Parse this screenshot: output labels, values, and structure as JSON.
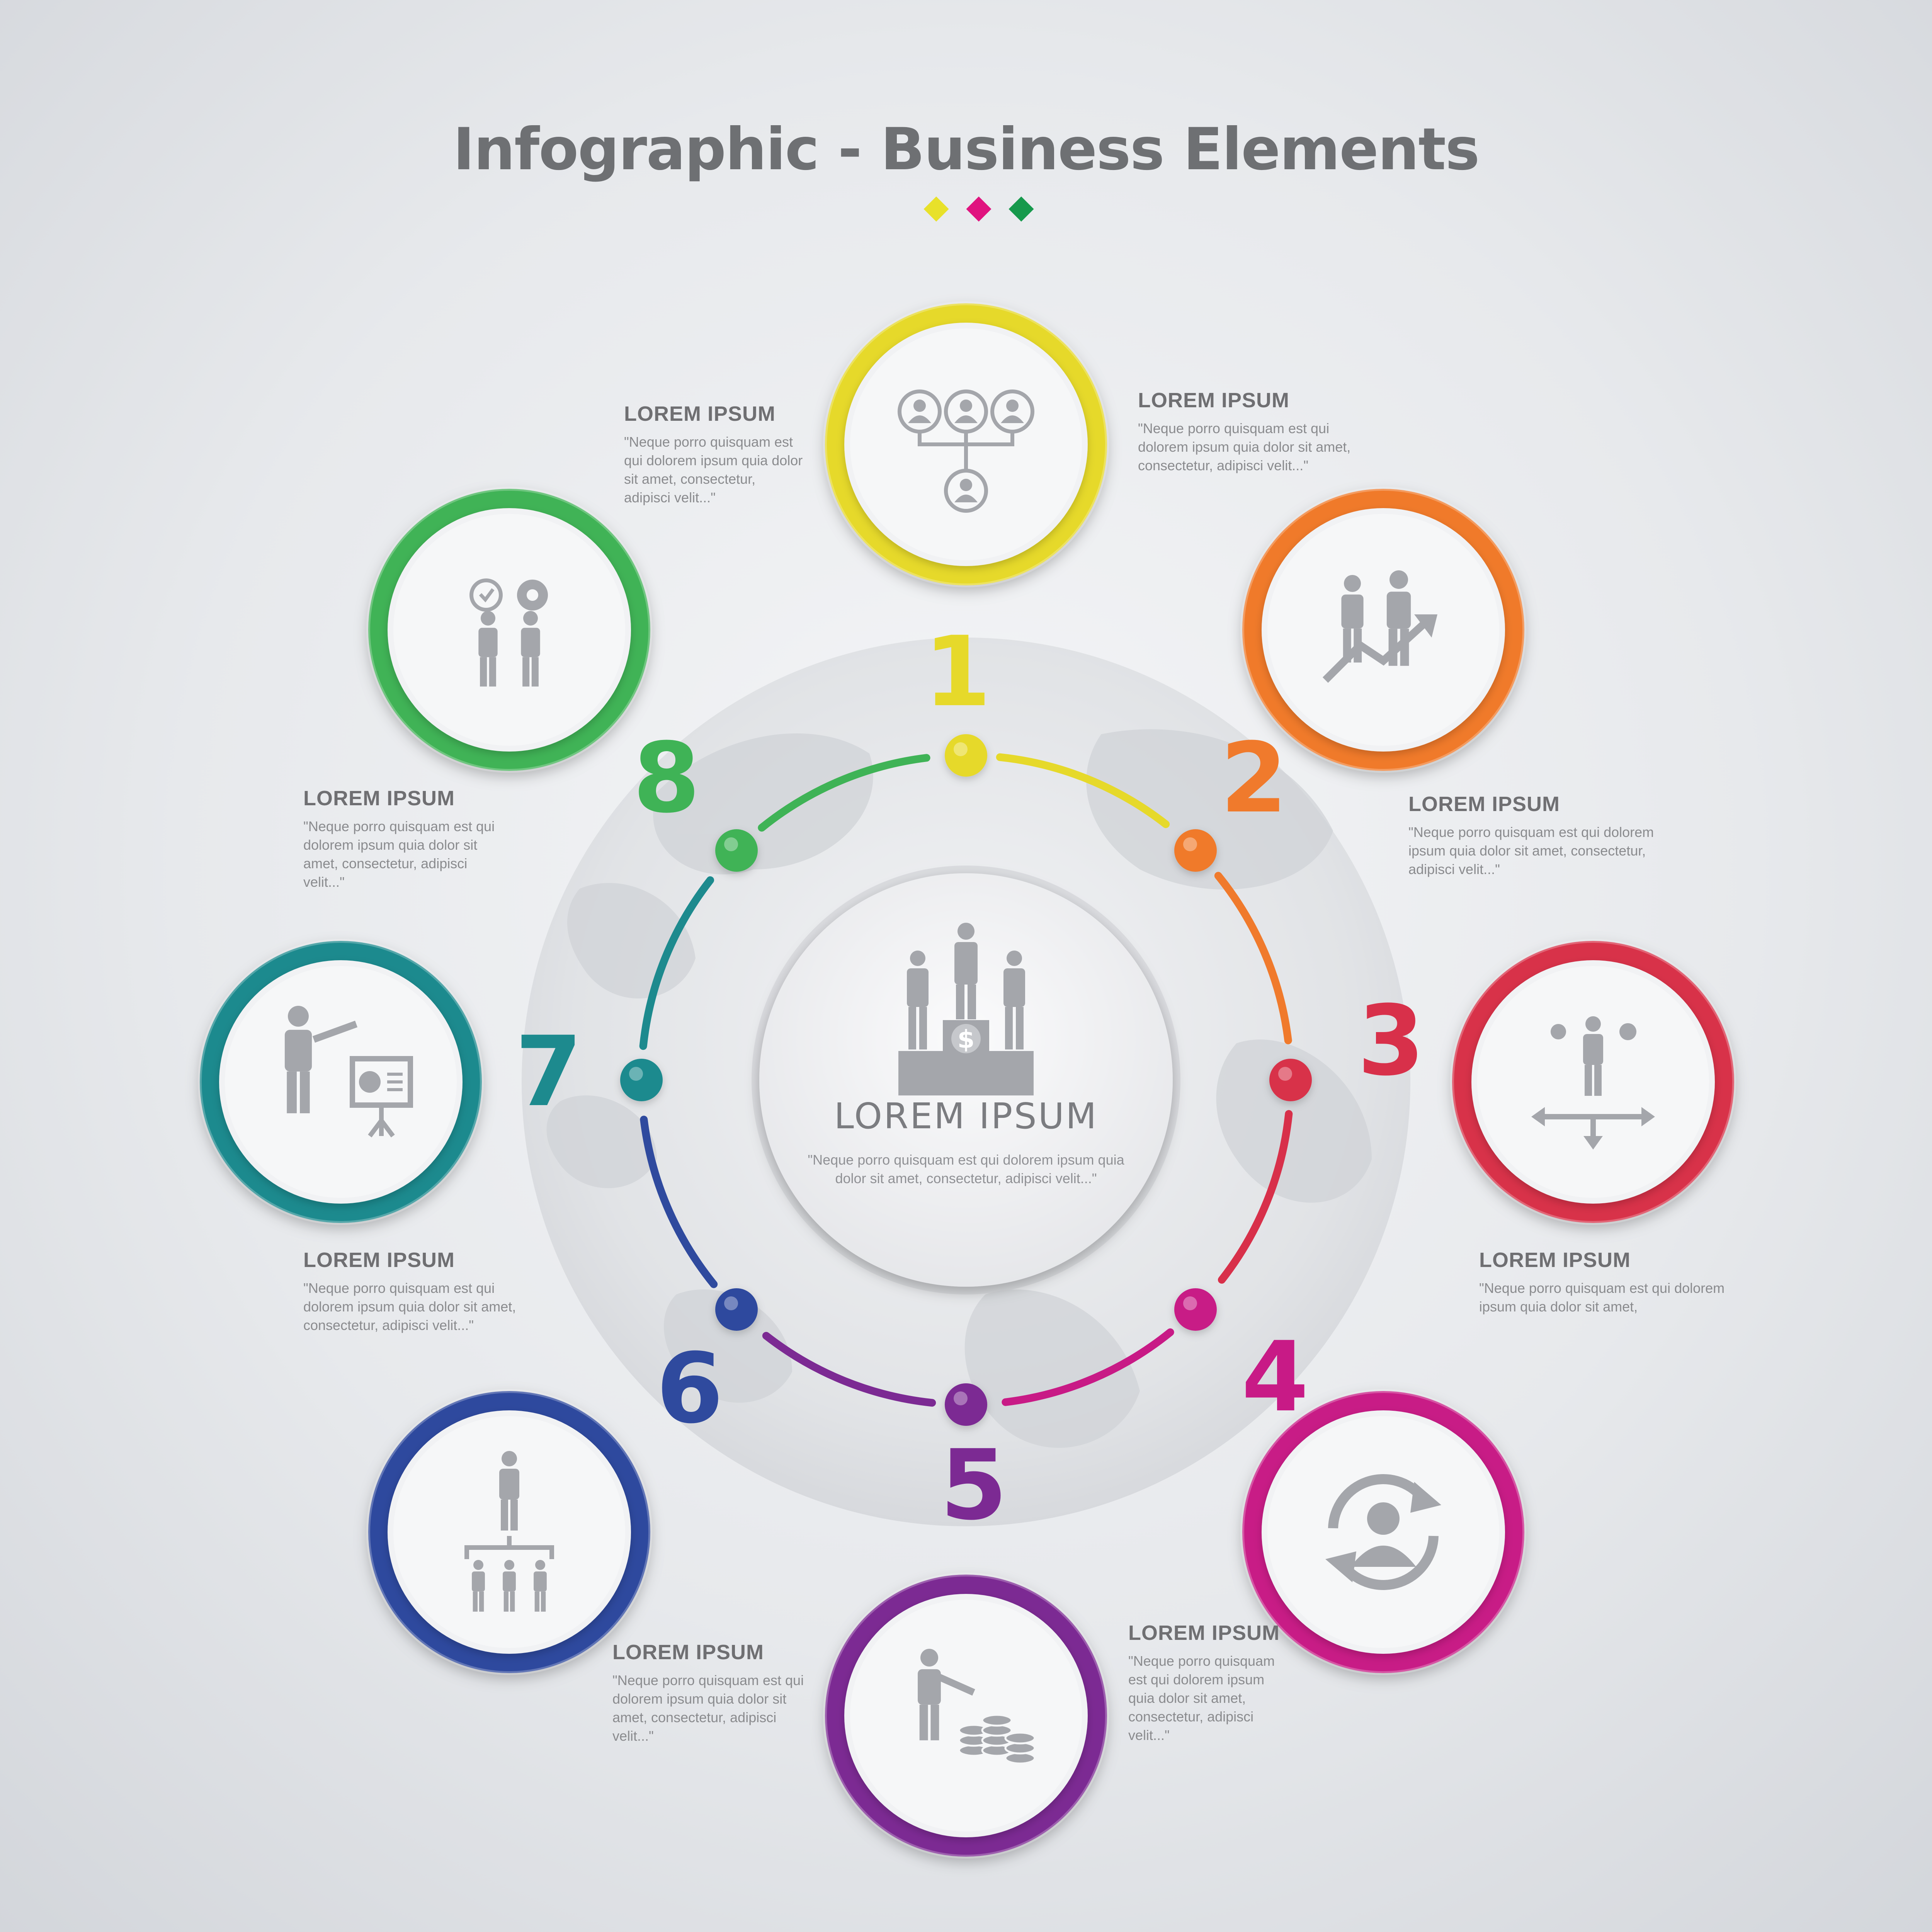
{
  "title": "Infographic - Business Elements",
  "decor_colors": [
    "#e8e12a",
    "#e0137f",
    "#16994c"
  ],
  "center": {
    "heading": "LOREM IPSUM",
    "body": "\"Neque porro quisquam est qui dolorem ipsum quia dolor sit amet, consectetur, adipisci velit...\"",
    "icon": "podium-dollar-icon"
  },
  "steps": [
    {
      "number": "1",
      "color": "#e6d92a",
      "icon": "team-hierarchy-icon",
      "heading": "LOREM IPSUM",
      "body": "\"Neque porro quisquam est qui dolorem ipsum quia dolor sit amet, consectetur, adipisci velit...\""
    },
    {
      "number": "2",
      "color": "#f07a2c",
      "icon": "growth-team-icon",
      "heading": "LOREM IPSUM",
      "body": "\"Neque porro quisquam est qui dolorem ipsum quia dolor sit amet, consectetur, adipisci velit...\""
    },
    {
      "number": "3",
      "color": "#d8304a",
      "icon": "business-decision-icon",
      "heading": "LOREM IPSUM",
      "body": "\"Neque porro quisquam est qui dolorem ipsum quia dolor sit amet, consectetur, adipisci velit...\""
    },
    {
      "number": "4",
      "color": "#c81a86",
      "icon": "user-cycle-icon",
      "heading": "LOREM IPSUM",
      "body": "\"Neque porro quisquam est qui dolorem ipsum quia dolor sit amet,"
    },
    {
      "number": "5",
      "color": "#7c2a93",
      "icon": "money-stack-icon",
      "heading": "LOREM IPSUM",
      "body": "\"Neque porro quisquam est qui dolorem ipsum quia dolor sit amet, consectetur, adipisci velit...\""
    },
    {
      "number": "6",
      "color": "#2f4a9e",
      "icon": "org-chart-icon",
      "heading": "LOREM IPSUM",
      "body": "\"Neque porro quisquam est qui dolorem ipsum quia dolor sit amet, consectetur, adipisci velit...\""
    },
    {
      "number": "7",
      "color": "#1d8a8e",
      "icon": "presentation-icon",
      "heading": "LOREM IPSUM",
      "body": "\"Neque porro quisquam est qui dolorem ipsum quia dolor sit amet, consectetur, adipisci velit...\""
    },
    {
      "number": "8",
      "color": "#3fb356",
      "icon": "time-settings-team-icon",
      "heading": "LOREM IPSUM",
      "body": "\"Neque porro quisquam est qui dolorem ipsum quia dolor sit amet, consectetur, adipisci velit...\""
    }
  ]
}
